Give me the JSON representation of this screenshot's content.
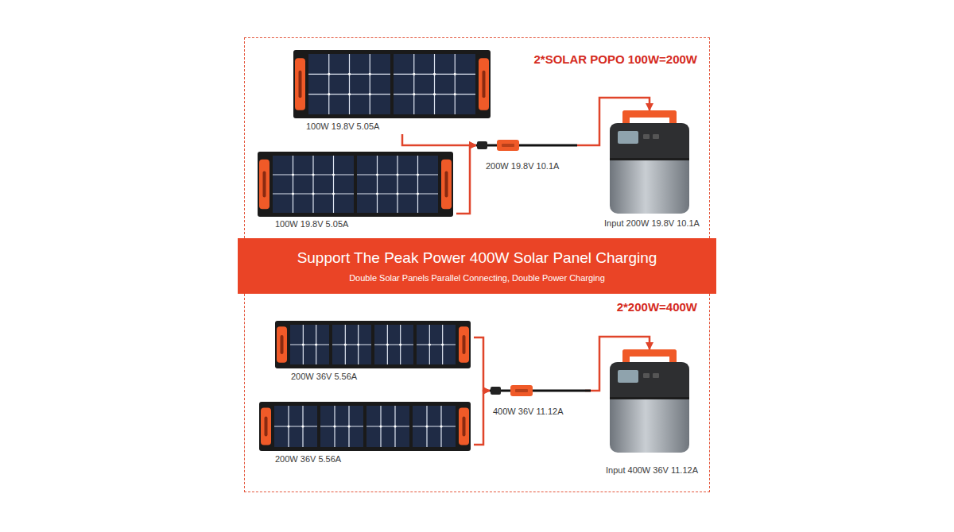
{
  "diagram": {
    "nodes": [
      {
        "text": [
          "2*SOLAR POPO 100W=200W"
        ]
      },
      {
        "text": [
          "100W 19.8V 5.05A"
        ],
        "in": 0
      },
      {
        "text": [
          "100W 19.8V 5.05A"
        ],
        "in": 0
      },
      {
        "text": [
          "200W 19.8V 10.1A"
        ],
        "in": 0
      },
      {
        "text": [
          "Input 200W 19.8V 10.1A"
        ],
        "in": 0
      },
      {
        "text": [
          "Support The Peak Power 400W Solar Panel Charging",
          "Double Solar Panels Parallel Connecting, Double Power Charging"
        ]
      },
      {
        "text": [
          "2*200W=400W"
        ]
      },
      {
        "text": [
          "200W 36V 5.56A"
        ],
        "in": 6
      },
      {
        "text": [
          "200W 36V 5.56A"
        ],
        "in": 6
      },
      {
        "text": [
          "400W 36V 11.12A"
        ],
        "in": 6
      },
      {
        "text": [
          "Input 400W 36V 11.12A"
        ],
        "in": 6
      }
    ],
    "edges": [
      {
        "from": 1,
        "to": 3,
        "arrow": "to"
      },
      {
        "from": 2,
        "to": 3,
        "arrow": "to"
      },
      {
        "from": 3,
        "to": 4,
        "arrow": "to"
      },
      {
        "from": 7,
        "to": 9,
        "arrow": "to"
      },
      {
        "from": 8,
        "to": 9,
        "arrow": "to"
      },
      {
        "from": 9,
        "to": 10,
        "arrow": "to"
      }
    ]
  }
}
